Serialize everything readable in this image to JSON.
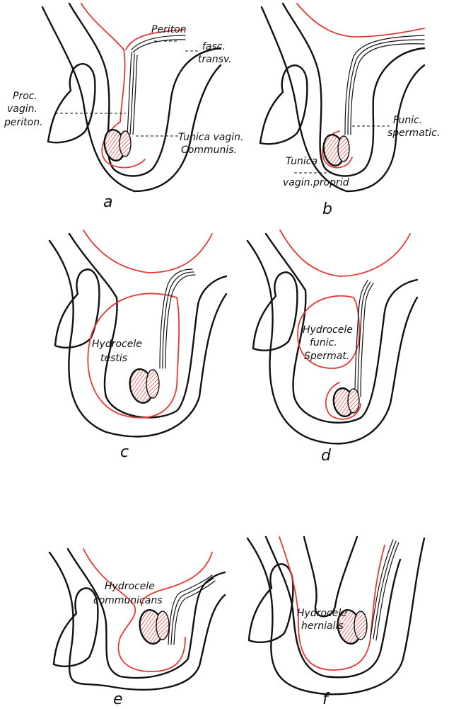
{
  "panels": {
    "a": {
      "caption": "a",
      "labels": {
        "periton": "Periton",
        "fasc1": "fasc.",
        "fasc2": "transv.",
        "proc1": "Proc.",
        "proc2": "vagin.",
        "proc3": "periton.",
        "tunica1": "Tunica vagin.",
        "tunica2": "Communis."
      }
    },
    "b": {
      "caption": "b",
      "labels": {
        "funic1": "Funic.",
        "funic2": "spermatic.",
        "tunica1": "Tunica",
        "tunica2": "vagin.proprid"
      }
    },
    "c": {
      "caption": "c",
      "labels": {
        "hyd1": "Hydrocele",
        "hyd2": "testis"
      }
    },
    "d": {
      "caption": "d",
      "labels": {
        "hyd1": "Hydrocele",
        "hyd2": "funic.",
        "hyd3": "Spermat."
      }
    },
    "e": {
      "caption": "e",
      "labels": {
        "hyd1": "Hydrocele",
        "hyd2": "communicans"
      }
    },
    "f": {
      "caption": "f",
      "labels": {
        "hyd1": "Hydrocele",
        "hyd2": "hernialis"
      }
    }
  },
  "colors": {
    "line": "#111111",
    "peritoneum": "#e53935",
    "background": "#ffffff"
  }
}
